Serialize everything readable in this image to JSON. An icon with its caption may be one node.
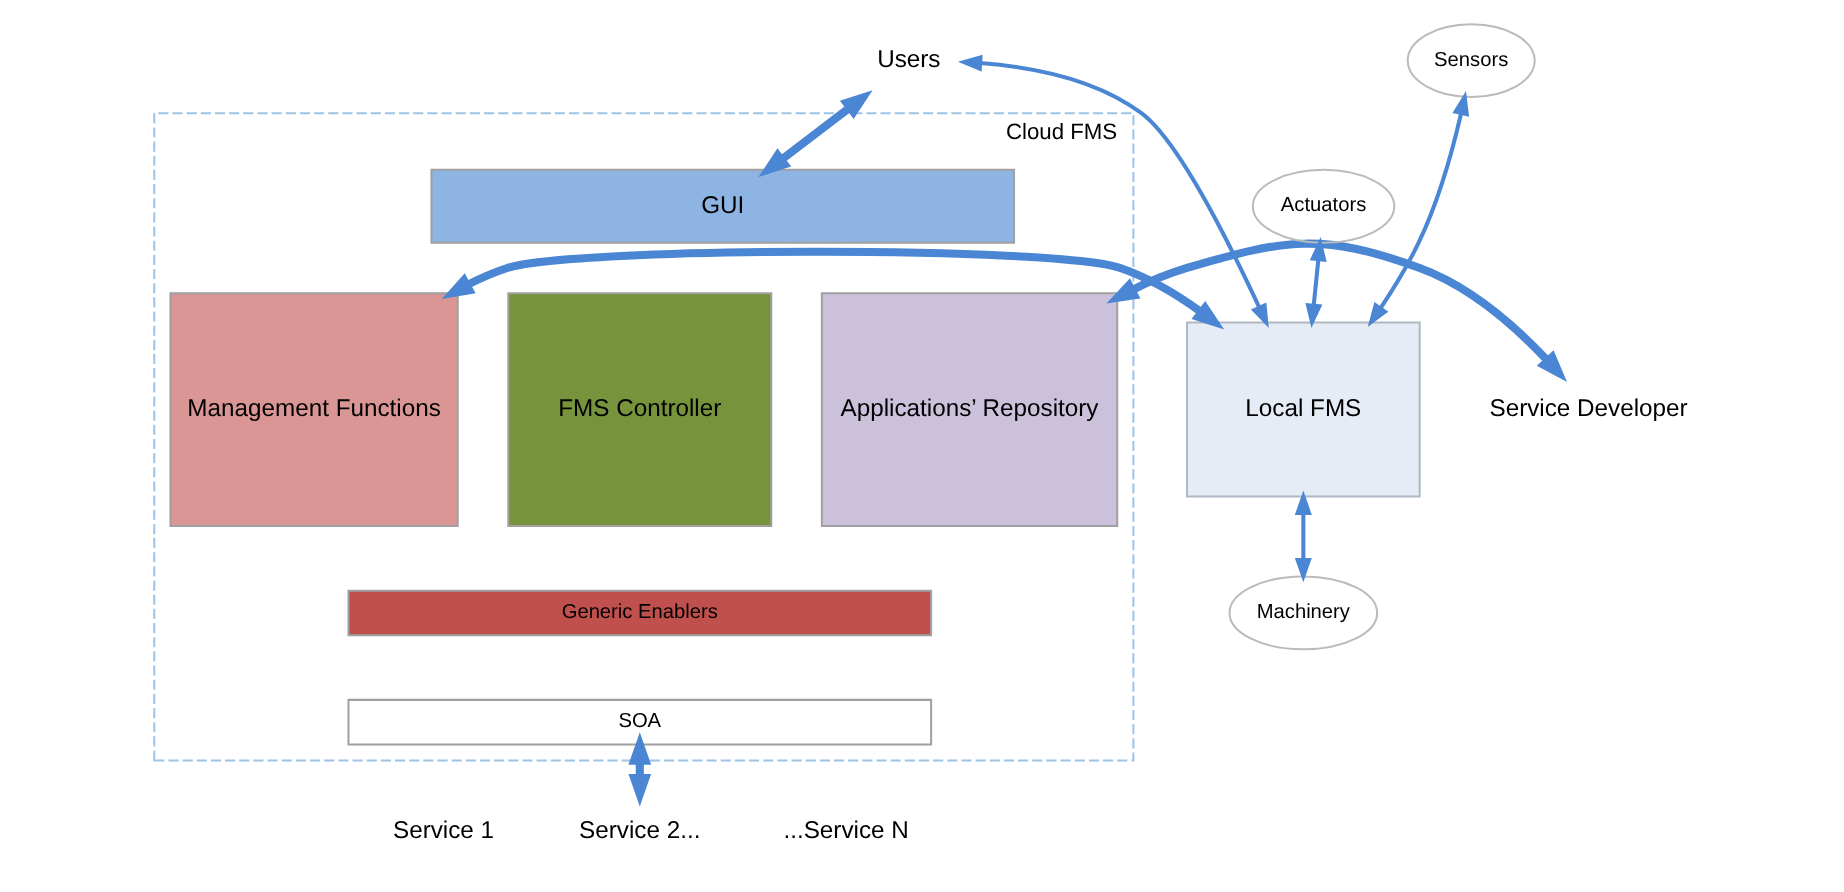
{
  "diagram": {
    "nodes": [
      {
        "text": [
          "Users"
        ]
      },
      {
        "text": [
          "Cloud FMS"
        ]
      },
      {
        "text": [
          "GUI"
        ],
        "in": 1
      },
      {
        "text": [
          "Management Functions"
        ],
        "in": 1
      },
      {
        "text": [
          "FMS Controller"
        ],
        "in": 1
      },
      {
        "text": [
          "Applications’ Repository"
        ],
        "in": 1
      },
      {
        "text": [
          "Generic Enablers"
        ],
        "in": 1
      },
      {
        "text": [
          "SOA"
        ],
        "in": 1
      },
      {
        "text": [
          "Sensors"
        ]
      },
      {
        "text": [
          "Actuators"
        ]
      },
      {
        "text": [
          "Local FMS"
        ]
      },
      {
        "text": [
          "Machinery"
        ]
      },
      {
        "text": [
          "Service Developer"
        ]
      },
      {
        "text": [
          "Service 2..."
        ]
      }
    ],
    "edges": [
      {
        "from": 10,
        "to": 0,
        "arrow": "both"
      },
      {
        "from": 10,
        "to": 8,
        "arrow": "both"
      },
      {
        "from": 9,
        "to": 10,
        "arrow": "both"
      },
      {
        "from": 10,
        "to": 11,
        "arrow": "both"
      },
      {
        "from": 10,
        "to": 3,
        "arrow": "both",
        "style": "thick"
      },
      {
        "from": 0,
        "to": 2,
        "arrow": "both",
        "style": "thick"
      },
      {
        "from": 5,
        "to": 12,
        "arrow": "both",
        "style": "thick"
      },
      {
        "from": 7,
        "to": 13,
        "arrow": "both",
        "style": "thick"
      }
    ],
    "labels": [
      "Service 1",
      "...Service N"
    ]
  }
}
